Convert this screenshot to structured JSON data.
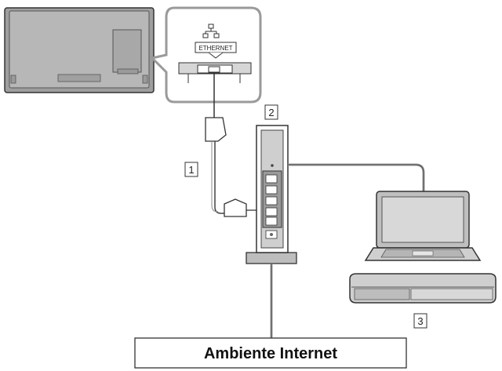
{
  "labels": {
    "cable": "1",
    "router": "2",
    "devices": "3",
    "port": "ETHERNET",
    "internet": "Ambiente Internet"
  },
  "icons": {
    "port_symbol": "network-icon"
  },
  "colors": {
    "device_fill": "#bdbdbd",
    "device_dark": "#8c8c8c",
    "stroke": "#333333",
    "background": "#ffffff"
  }
}
